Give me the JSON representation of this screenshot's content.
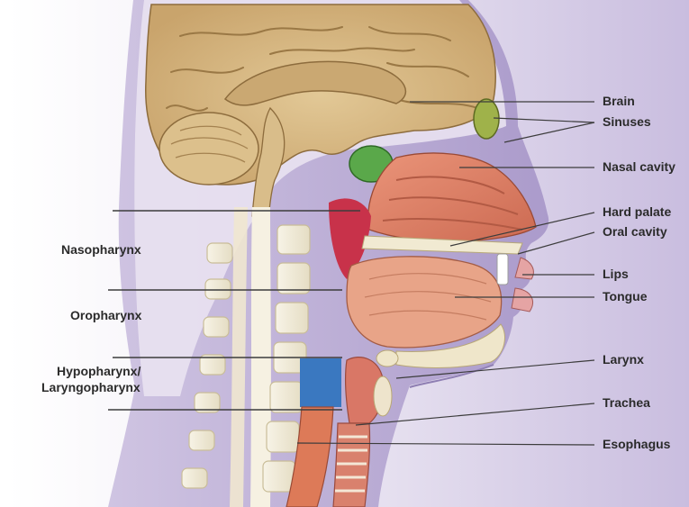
{
  "diagram": {
    "right_labels": [
      {
        "id": "brain",
        "text": "Brain"
      },
      {
        "id": "sinuses",
        "text": "Sinuses"
      },
      {
        "id": "nasal-cavity",
        "text": "Nasal cavity"
      },
      {
        "id": "hard-palate",
        "text": "Hard palate"
      },
      {
        "id": "oral-cavity",
        "text": "Oral cavity"
      },
      {
        "id": "lips",
        "text": "Lips"
      },
      {
        "id": "tongue",
        "text": "Tongue"
      },
      {
        "id": "larynx",
        "text": "Larynx"
      },
      {
        "id": "trachea",
        "text": "Trachea"
      },
      {
        "id": "esophagus",
        "text": "Esophagus"
      }
    ],
    "left_labels": [
      {
        "id": "nasopharynx",
        "text": "Nasopharynx"
      },
      {
        "id": "oropharynx",
        "text": "Oropharynx"
      },
      {
        "id": "hypopharynx",
        "text": "Hypopharynx/"
      },
      {
        "id": "laryngopharynx",
        "text": "Laryngopharynx"
      }
    ],
    "colors": {
      "background": "#ffffff",
      "head_purple": "#bcaed6",
      "skin_light": "#e6def0",
      "brain": "#d7b98a",
      "brain_dark": "#b89560",
      "sinus_green": "#5aa84a",
      "sinus_olive": "#9fb24a",
      "nasal_salmon": "#e2856a",
      "tongue": "#e8a488",
      "pharynx_red": "#c8324a",
      "hypopharynx_blue": "#3a78c0",
      "spine_cream": "#f2ecd8",
      "leader_line": "#3c3c3c"
    }
  }
}
